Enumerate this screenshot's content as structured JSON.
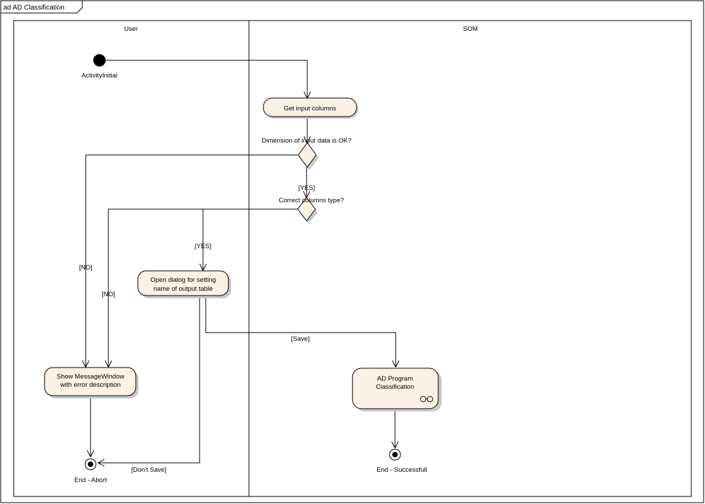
{
  "diagram": {
    "frame_title": "ad AD Classification",
    "lanes": {
      "user": "User",
      "som": "SOM"
    },
    "nodes": {
      "initial": "ActivityInitial",
      "get_input_columns": "Get input columns",
      "decision_dimension": "Dimension of input data is OK?",
      "decision_columns_type": "Correct columns type?",
      "open_dialog_line1": "Open dialog for setting",
      "open_dialog_line2": "name of output table",
      "show_message_line1": "Show MessageWindow",
      "show_message_line2": "with error description",
      "ad_program_line1": "AD Program",
      "ad_program_line2": "Classification",
      "end_abort": "End - Abort",
      "end_success": "End - Successfull"
    },
    "edges": {
      "yes_dimension": "[YES]",
      "no_dimension": "[NO]",
      "yes_columns": "[YES]",
      "no_columns": "[NO]",
      "save": "[Save]",
      "dont_save": "[Don't Save]"
    },
    "colors": {
      "action_fill": "#fbf1e4",
      "stroke": "#000000",
      "shadow": "#c8c8c8"
    }
  }
}
